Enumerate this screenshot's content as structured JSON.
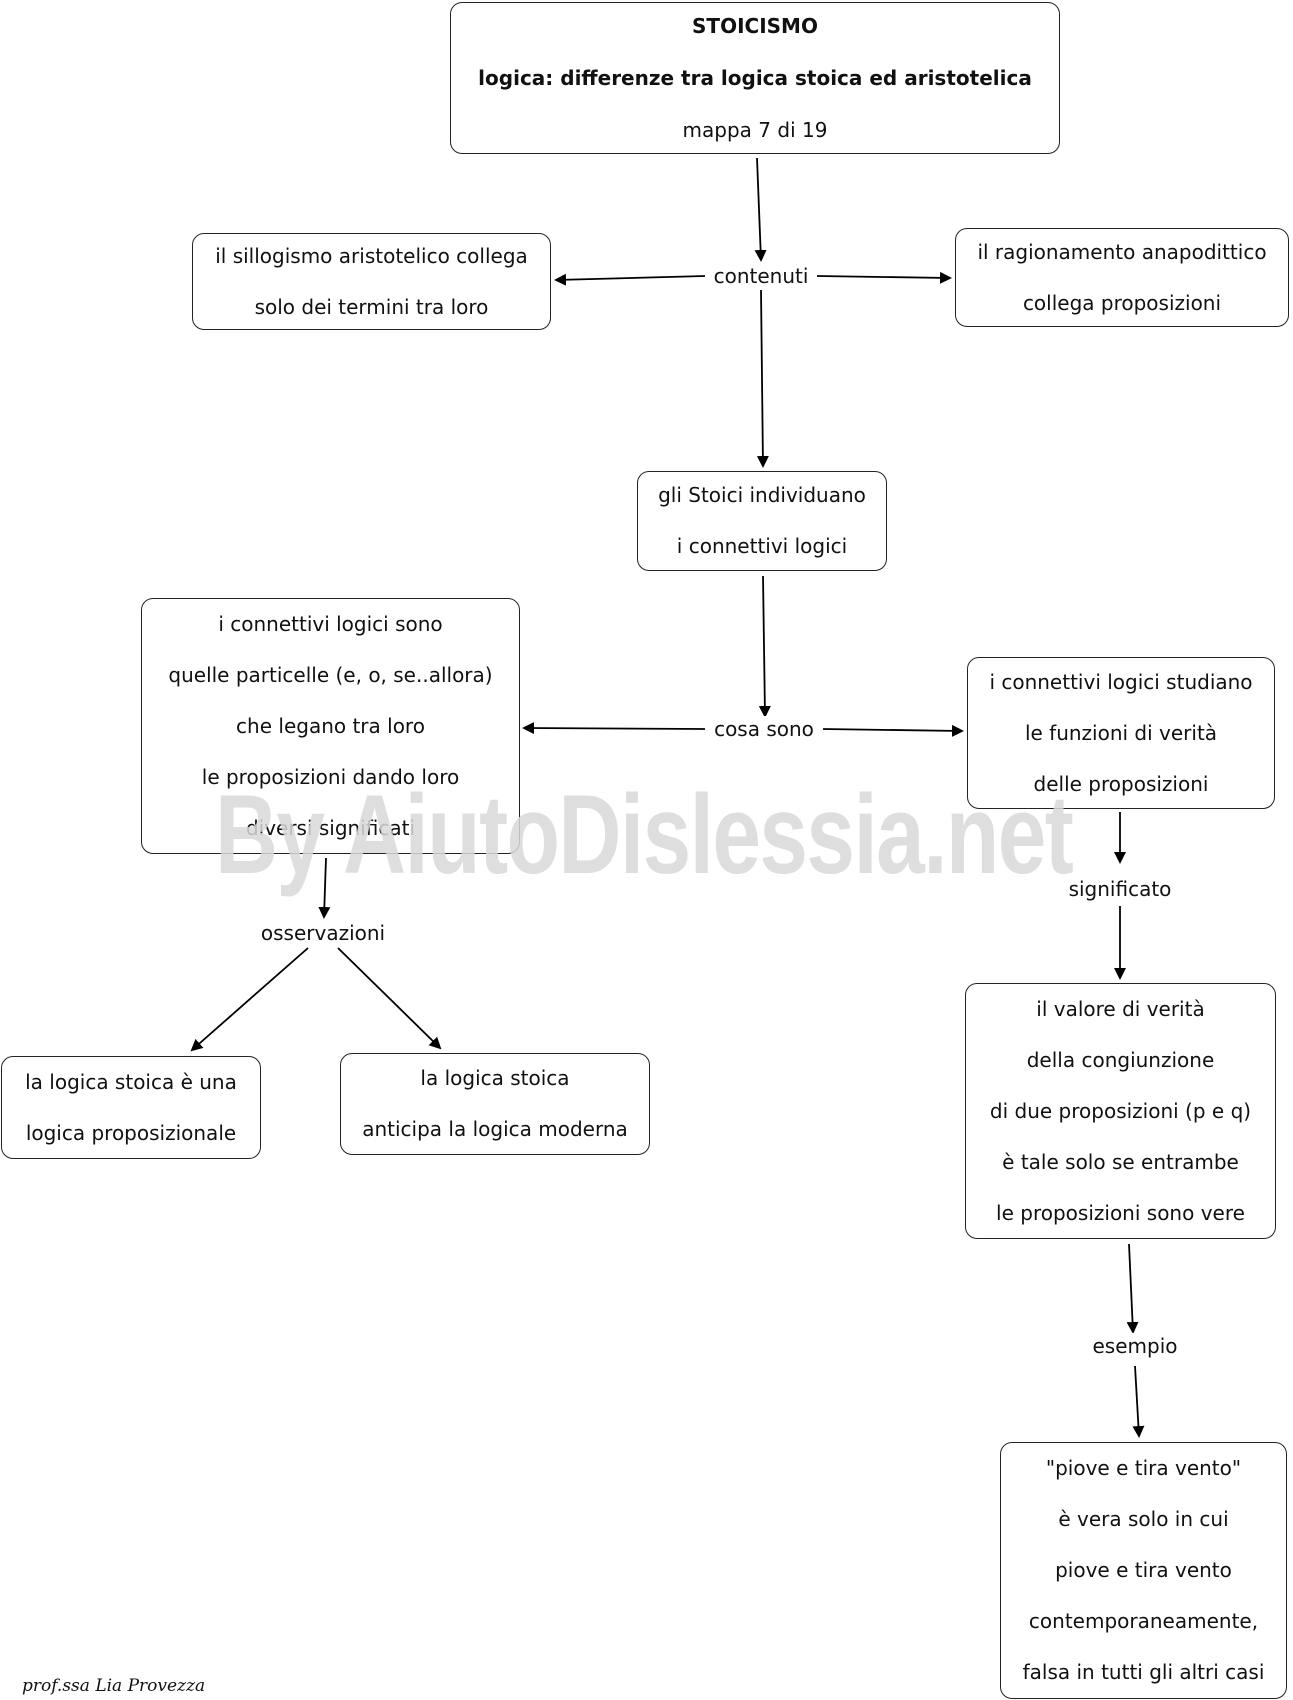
{
  "title": {
    "heading": "STOICISMO",
    "subtitle": "logica: differenze tra logica stoica ed aristotelica",
    "map_number": "mappa 7 di 19"
  },
  "nodes": {
    "syllogism": [
      "il sillogismo aristotelico collega",
      "solo dei termini tra loro"
    ],
    "anapodictic": [
      "il ragionamento anapodittico",
      "collega proposizioni"
    ],
    "stoics": [
      "gli Stoici individuano",
      "i connettivi logici"
    ],
    "connectives_def": [
      "i connettivi logici sono",
      "quelle particelle (e, o, se..allora)",
      "che legano tra loro",
      "le proposizioni dando loro",
      "diversi significati"
    ],
    "connectives_study": [
      "i connettivi logici studiano",
      "le funzioni di verità",
      "delle proposizioni"
    ],
    "propositional": [
      "la logica stoica è una",
      "logica proposizionale"
    ],
    "modern": [
      "la logica stoica",
      "anticipa la logica moderna"
    ],
    "truth_value": [
      "il valore di verità",
      "della congiunzione",
      "di due proposizioni (p e q)",
      "è tale solo se entrambe",
      "le proposizioni sono vere"
    ],
    "example": [
      "\"piove e tira vento\"",
      "è vera solo in cui",
      "piove e tira vento",
      "contemporaneamente,",
      "falsa in tutti gli altri casi"
    ]
  },
  "link_labels": {
    "contenuti": "contenuti",
    "cosa_sono": "cosa sono",
    "osservazioni": "osservazioni",
    "significato": "significato",
    "esempio": "esempio"
  },
  "watermark": "By AiutoDislessia.net",
  "signature": "prof.ssa Lia Provezza"
}
